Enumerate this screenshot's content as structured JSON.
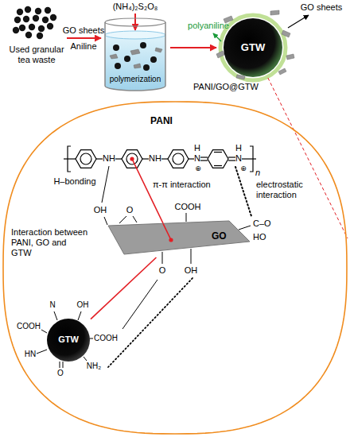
{
  "diagram": {
    "nodes": [
      {
        "text": [
          "GTW"
        ]
      },
      {
        "text": [
          "Interaction between PANI, GO and GTW"
        ]
      },
      {
        "text": [
          "GO"
        ],
        "in": 1
      },
      {
        "text": [
          "GTW"
        ],
        "in": 1
      }
    ],
    "edges": [
      {
        "from": 0,
        "to": 1,
        "arrow": "none"
      },
      {
        "from": 2,
        "to": 3,
        "arrow": "none"
      }
    ],
    "labels": [
      "(NH₄)₂S₂O₈",
      "GO sheets",
      "Aniline",
      "Used granular tea waste",
      "polymerization",
      "polyaniline",
      "GO sheets",
      "PANI/GO@GTW",
      "PANI",
      "NH",
      "NH",
      "H",
      "N",
      "⊕",
      "H",
      "N",
      "⊕",
      "n",
      "H–bonding",
      "π-π interaction",
      "electrostatic interaction",
      "OH",
      "COOH",
      "O",
      "C–O",
      "HO",
      "O",
      "OH",
      "N",
      "OH",
      "COOH",
      "COOH",
      "HN",
      "O",
      "NH₂"
    ]
  }
}
